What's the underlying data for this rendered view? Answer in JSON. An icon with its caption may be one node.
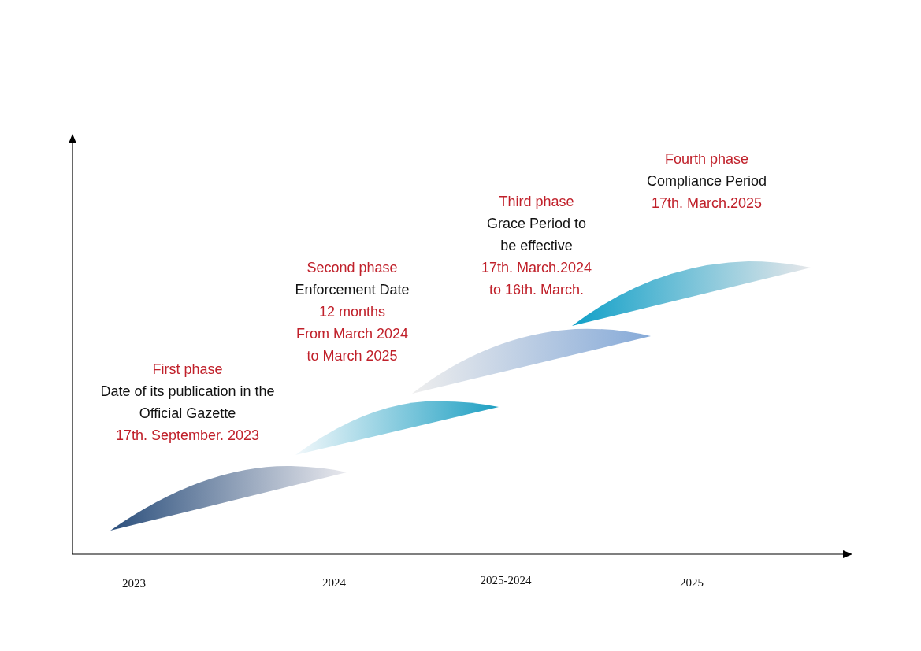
{
  "diagram": {
    "nodes": [
      {
        "text": [],
        "shape": "band"
      },
      {
        "text": [],
        "shape": "band"
      },
      {
        "text": [],
        "shape": "band"
      },
      {
        "text": [],
        "shape": "band"
      }
    ],
    "labels": [
      "First phase",
      "Date of its publication in the Official Gazette",
      "17th. September. 2023",
      "Second phase",
      "Enforcement Date",
      "12 months",
      "From March 2024 to March 2025",
      "Third phase",
      "Grace Period to be effective",
      "17th. March.2024 to 16th. March.",
      "Fourth phase",
      "Compliance Period",
      "17th. March.2025",
      "2023",
      "2024",
      "2025-2024",
      "2025"
    ]
  }
}
